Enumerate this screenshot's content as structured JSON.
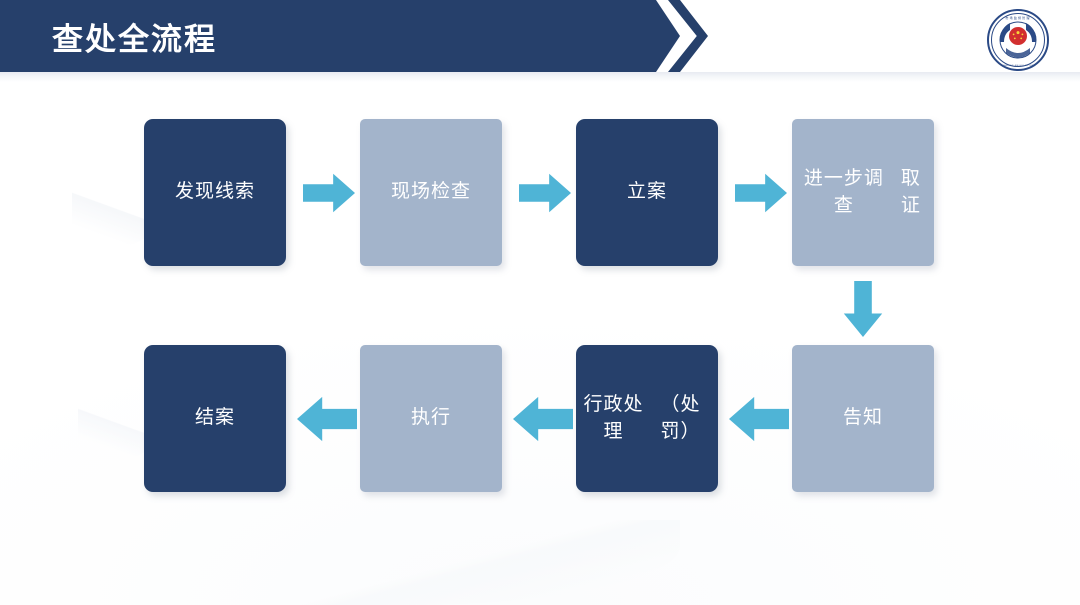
{
  "header": {
    "title": "查处全流程",
    "emblem_name": "market-supervision-emblem",
    "band_color": "#26406b",
    "title_color": "#ffffff"
  },
  "palette": {
    "dark_box": "#26406b",
    "light_box": "#a3b4cb",
    "arrow": "#4fb4d6",
    "page_background": "#ffffff"
  },
  "flow": {
    "row1": [
      {
        "id": "node-1",
        "label": "发现线索",
        "style": "dark"
      },
      {
        "id": "node-2",
        "label": "现场检查",
        "style": "light"
      },
      {
        "id": "node-3",
        "label": "立案",
        "style": "dark"
      },
      {
        "id": "node-4",
        "label": "进一步调查\n取证",
        "style": "light"
      }
    ],
    "row2": [
      {
        "id": "node-5",
        "label": "告知",
        "style": "light"
      },
      {
        "id": "node-6",
        "label": "行政处理\n（处罚）",
        "style": "dark"
      },
      {
        "id": "node-7",
        "label": "执行",
        "style": "light"
      },
      {
        "id": "node-8",
        "label": "结案",
        "style": "dark"
      }
    ],
    "connectors": [
      {
        "id": "arrow-1-2",
        "direction": "right"
      },
      {
        "id": "arrow-2-3",
        "direction": "right"
      },
      {
        "id": "arrow-3-4",
        "direction": "right"
      },
      {
        "id": "arrow-4-5",
        "direction": "down"
      },
      {
        "id": "arrow-5-6",
        "direction": "left"
      },
      {
        "id": "arrow-6-7",
        "direction": "left"
      },
      {
        "id": "arrow-7-8",
        "direction": "left"
      }
    ]
  }
}
